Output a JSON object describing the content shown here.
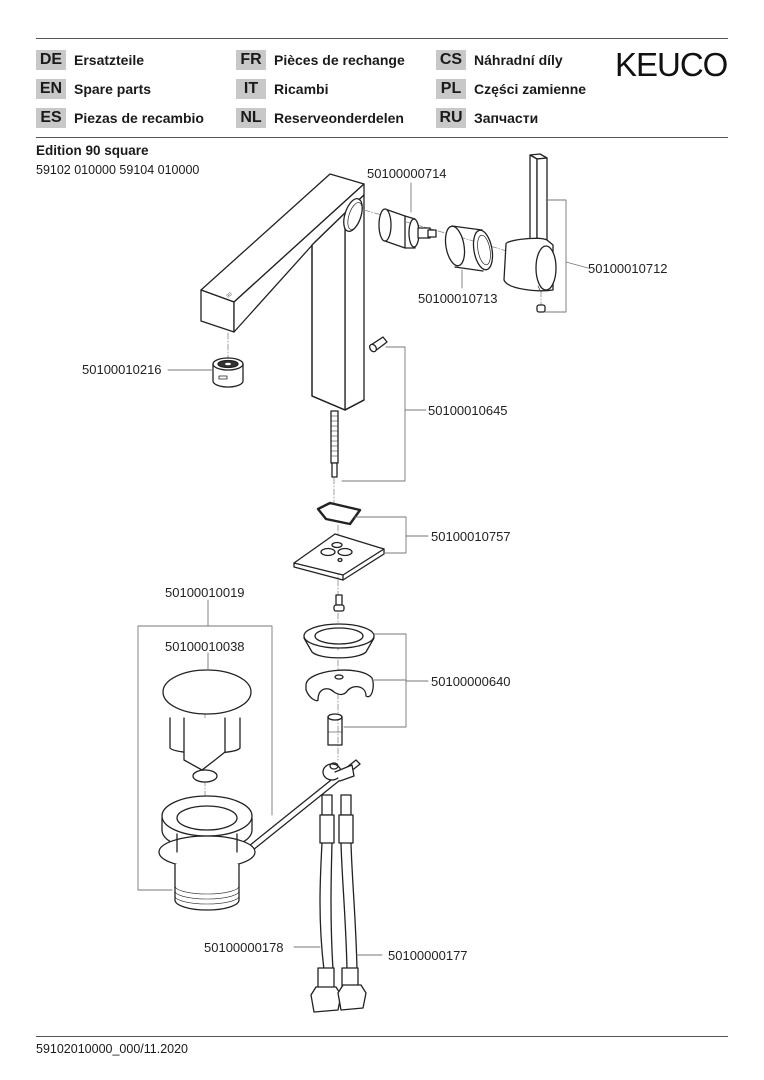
{
  "brand": "KEUCO",
  "languages": [
    {
      "code": "DE",
      "label": "Ersatzteile"
    },
    {
      "code": "EN",
      "label": "Spare parts"
    },
    {
      "code": "ES",
      "label": "Piezas de recambio"
    },
    {
      "code": "FR",
      "label": "Pièces de rechange"
    },
    {
      "code": "IT",
      "label": "Ricambi"
    },
    {
      "code": "NL",
      "label": "Reserveonderdelen"
    },
    {
      "code": "CS",
      "label": "Náhradní díly"
    },
    {
      "code": "PL",
      "label": "Części zamienne"
    },
    {
      "code": "RU",
      "label": "Запчасти"
    }
  ],
  "product": {
    "title": "Edition 90 square",
    "models": "59102 010000   59104 010000"
  },
  "parts": {
    "cartridge": "50100000714",
    "lever_handle": "50100010712",
    "cartridge_cover": "50100010713",
    "aerator": "50100010216",
    "fixing_set": "50100010645",
    "base_plate_seal": "50100010757",
    "mounting_kit": "50100000640",
    "waste_set": "50100010019",
    "plug": "50100010038",
    "hose_left": "50100000178",
    "hose_right": "50100000177"
  },
  "footer": {
    "doc_ref": "59102010000_000/11.2020"
  }
}
